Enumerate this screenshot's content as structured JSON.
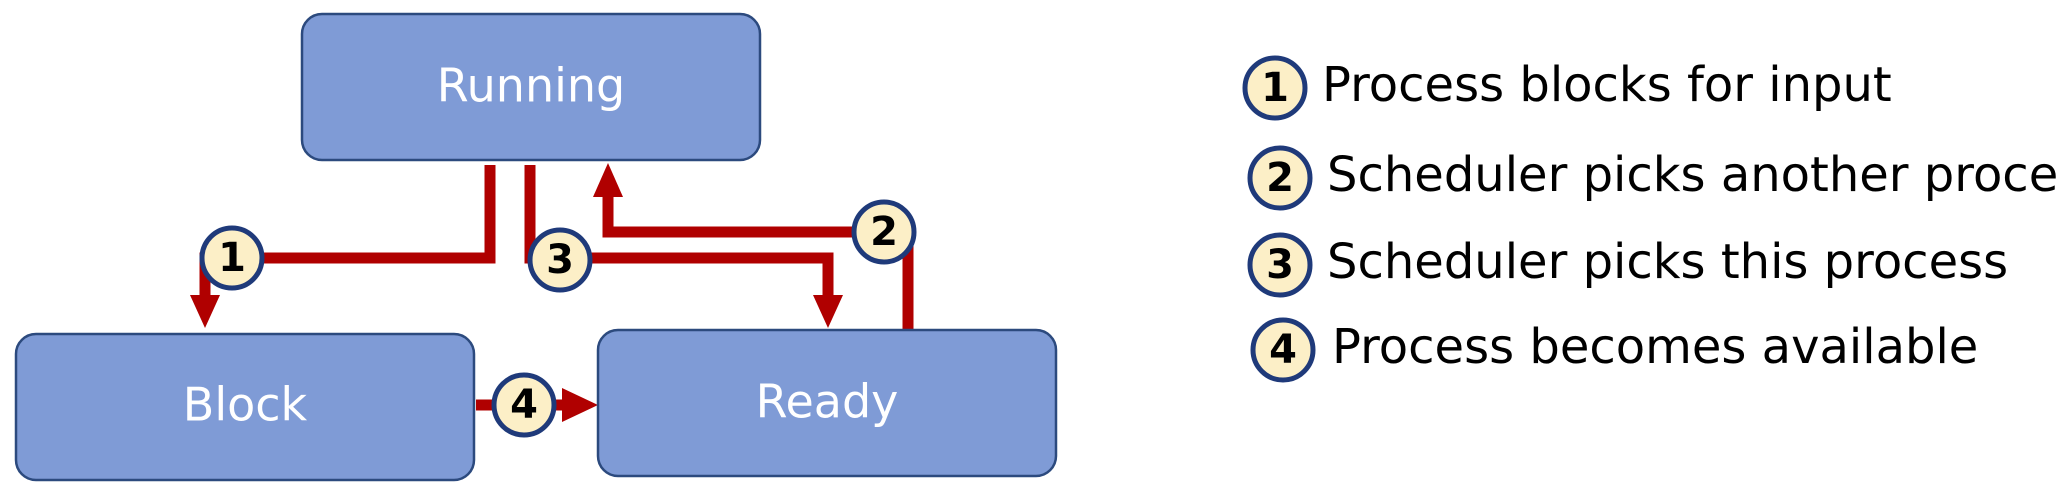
{
  "states": {
    "running": "Running",
    "block": "Block",
    "ready": "Ready"
  },
  "transitions": [
    {
      "number": "1",
      "label": "Process blocks for input"
    },
    {
      "number": "2",
      "label": "Scheduler picks another process"
    },
    {
      "number": "3",
      "label": "Scheduler picks this process"
    },
    {
      "number": "4",
      "label": "Process becomes available"
    }
  ],
  "colors": {
    "state_fill": "#7f9bd6",
    "state_stroke": "#2c4a7e",
    "arrow": "#b00000",
    "badge_fill": "#fcefc7",
    "badge_stroke": "#1f3a7a"
  }
}
